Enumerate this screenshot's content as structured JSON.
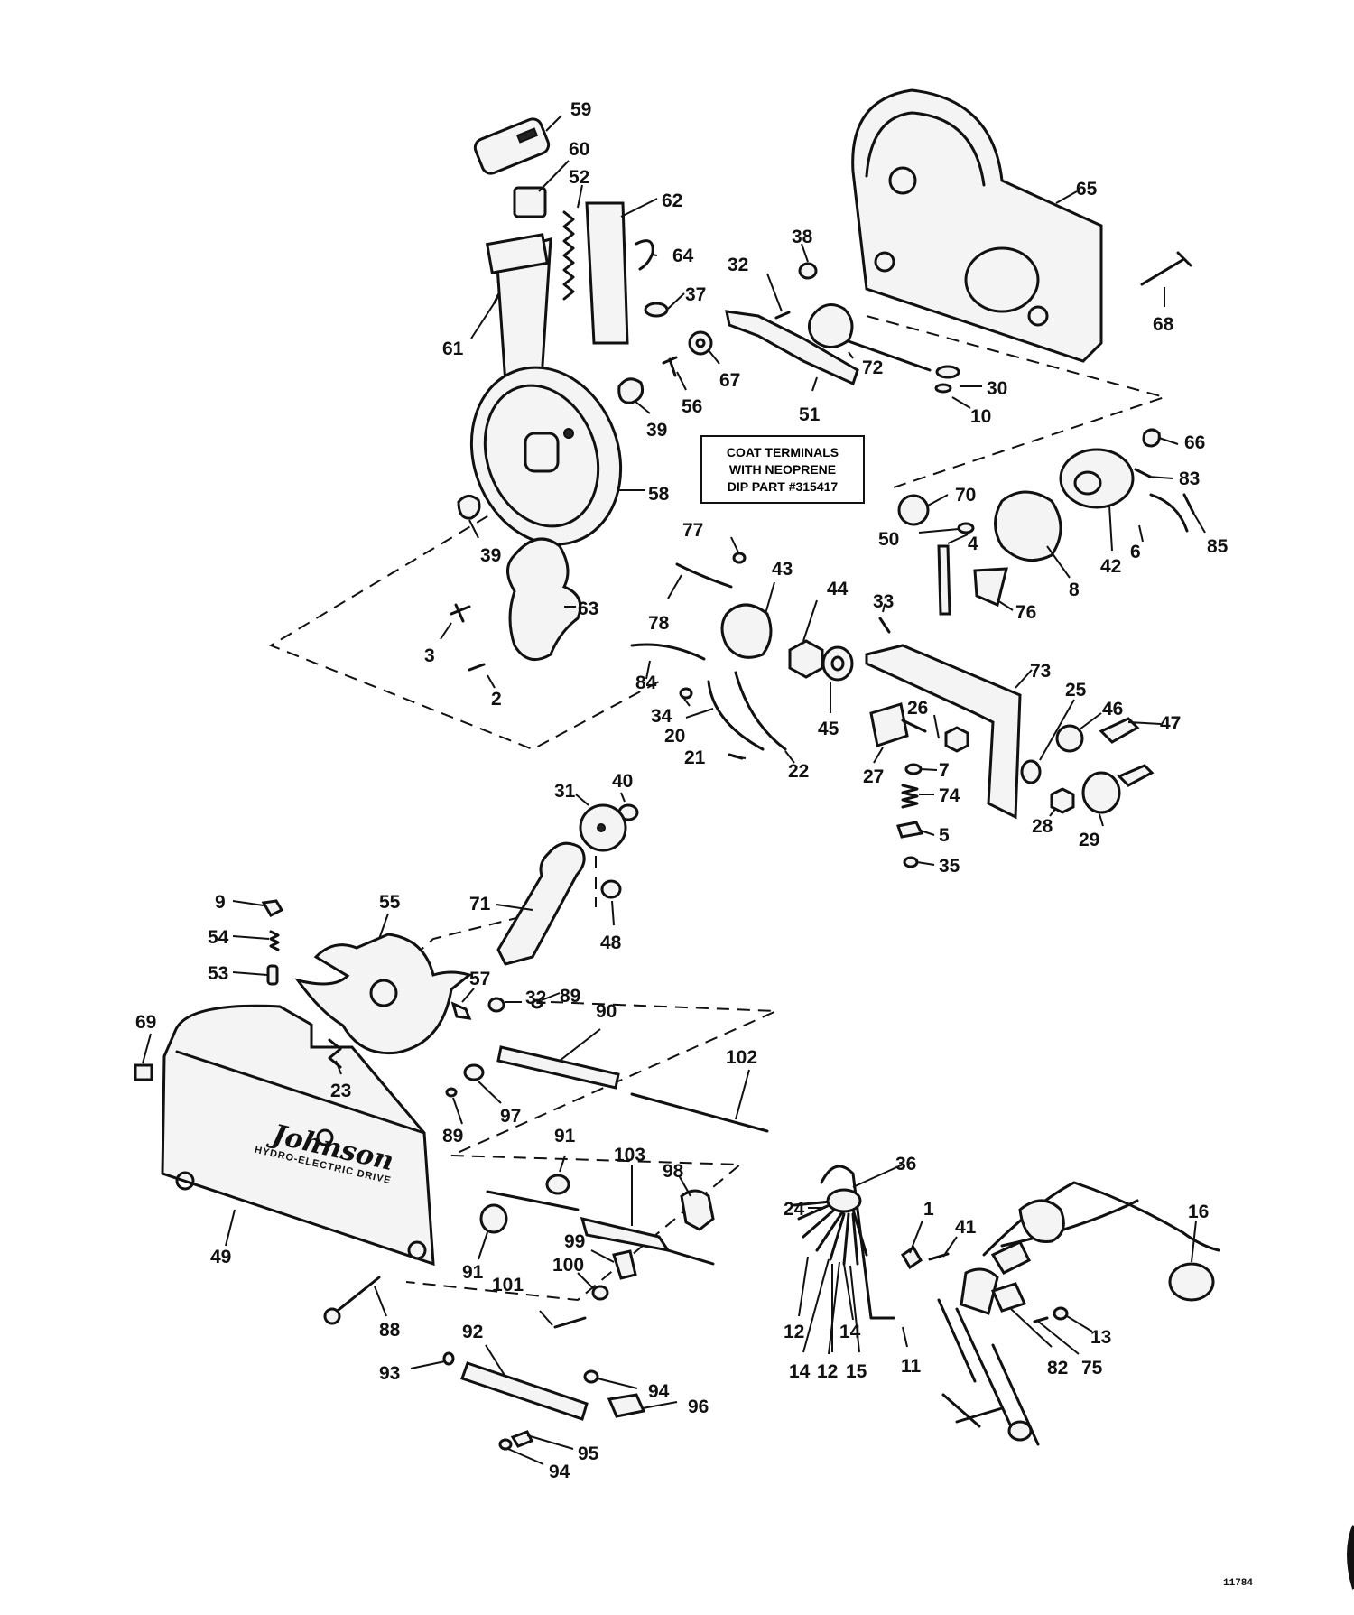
{
  "diagram": {
    "note_lines": [
      "COAT TERMINALS",
      "WITH NEOPRENE",
      "DIP PART #315417"
    ],
    "brand_name": "Johnson",
    "brand_subtitle": "HYDRO-ELECTRIC DRIVE",
    "figure_code": "11784",
    "callouts": [
      "59",
      "60",
      "52",
      "62",
      "64",
      "37",
      "61",
      "67",
      "56",
      "39",
      "58",
      "39",
      "63",
      "3",
      "2",
      "38",
      "32",
      "65",
      "68",
      "72",
      "51",
      "30",
      "10",
      "66",
      "83",
      "85",
      "6",
      "42",
      "8",
      "70",
      "50",
      "4",
      "76",
      "77",
      "43",
      "44",
      "33",
      "78",
      "84",
      "34",
      "45",
      "20",
      "21",
      "22",
      "73",
      "26",
      "27",
      "7",
      "74",
      "5",
      "35",
      "25",
      "46",
      "47",
      "28",
      "29",
      "40",
      "31",
      "48",
      "71",
      "9",
      "54",
      "53",
      "55",
      "57",
      "32",
      "89",
      "90",
      "69",
      "23",
      "102",
      "97",
      "89",
      "91",
      "103",
      "98",
      "91",
      "99",
      "100",
      "101",
      "49",
      "88",
      "92",
      "93",
      "94",
      "96",
      "95",
      "94",
      "36",
      "24",
      "1",
      "41",
      "16",
      "12",
      "14",
      "14",
      "12",
      "15",
      "11",
      "13",
      "82",
      "75"
    ]
  }
}
